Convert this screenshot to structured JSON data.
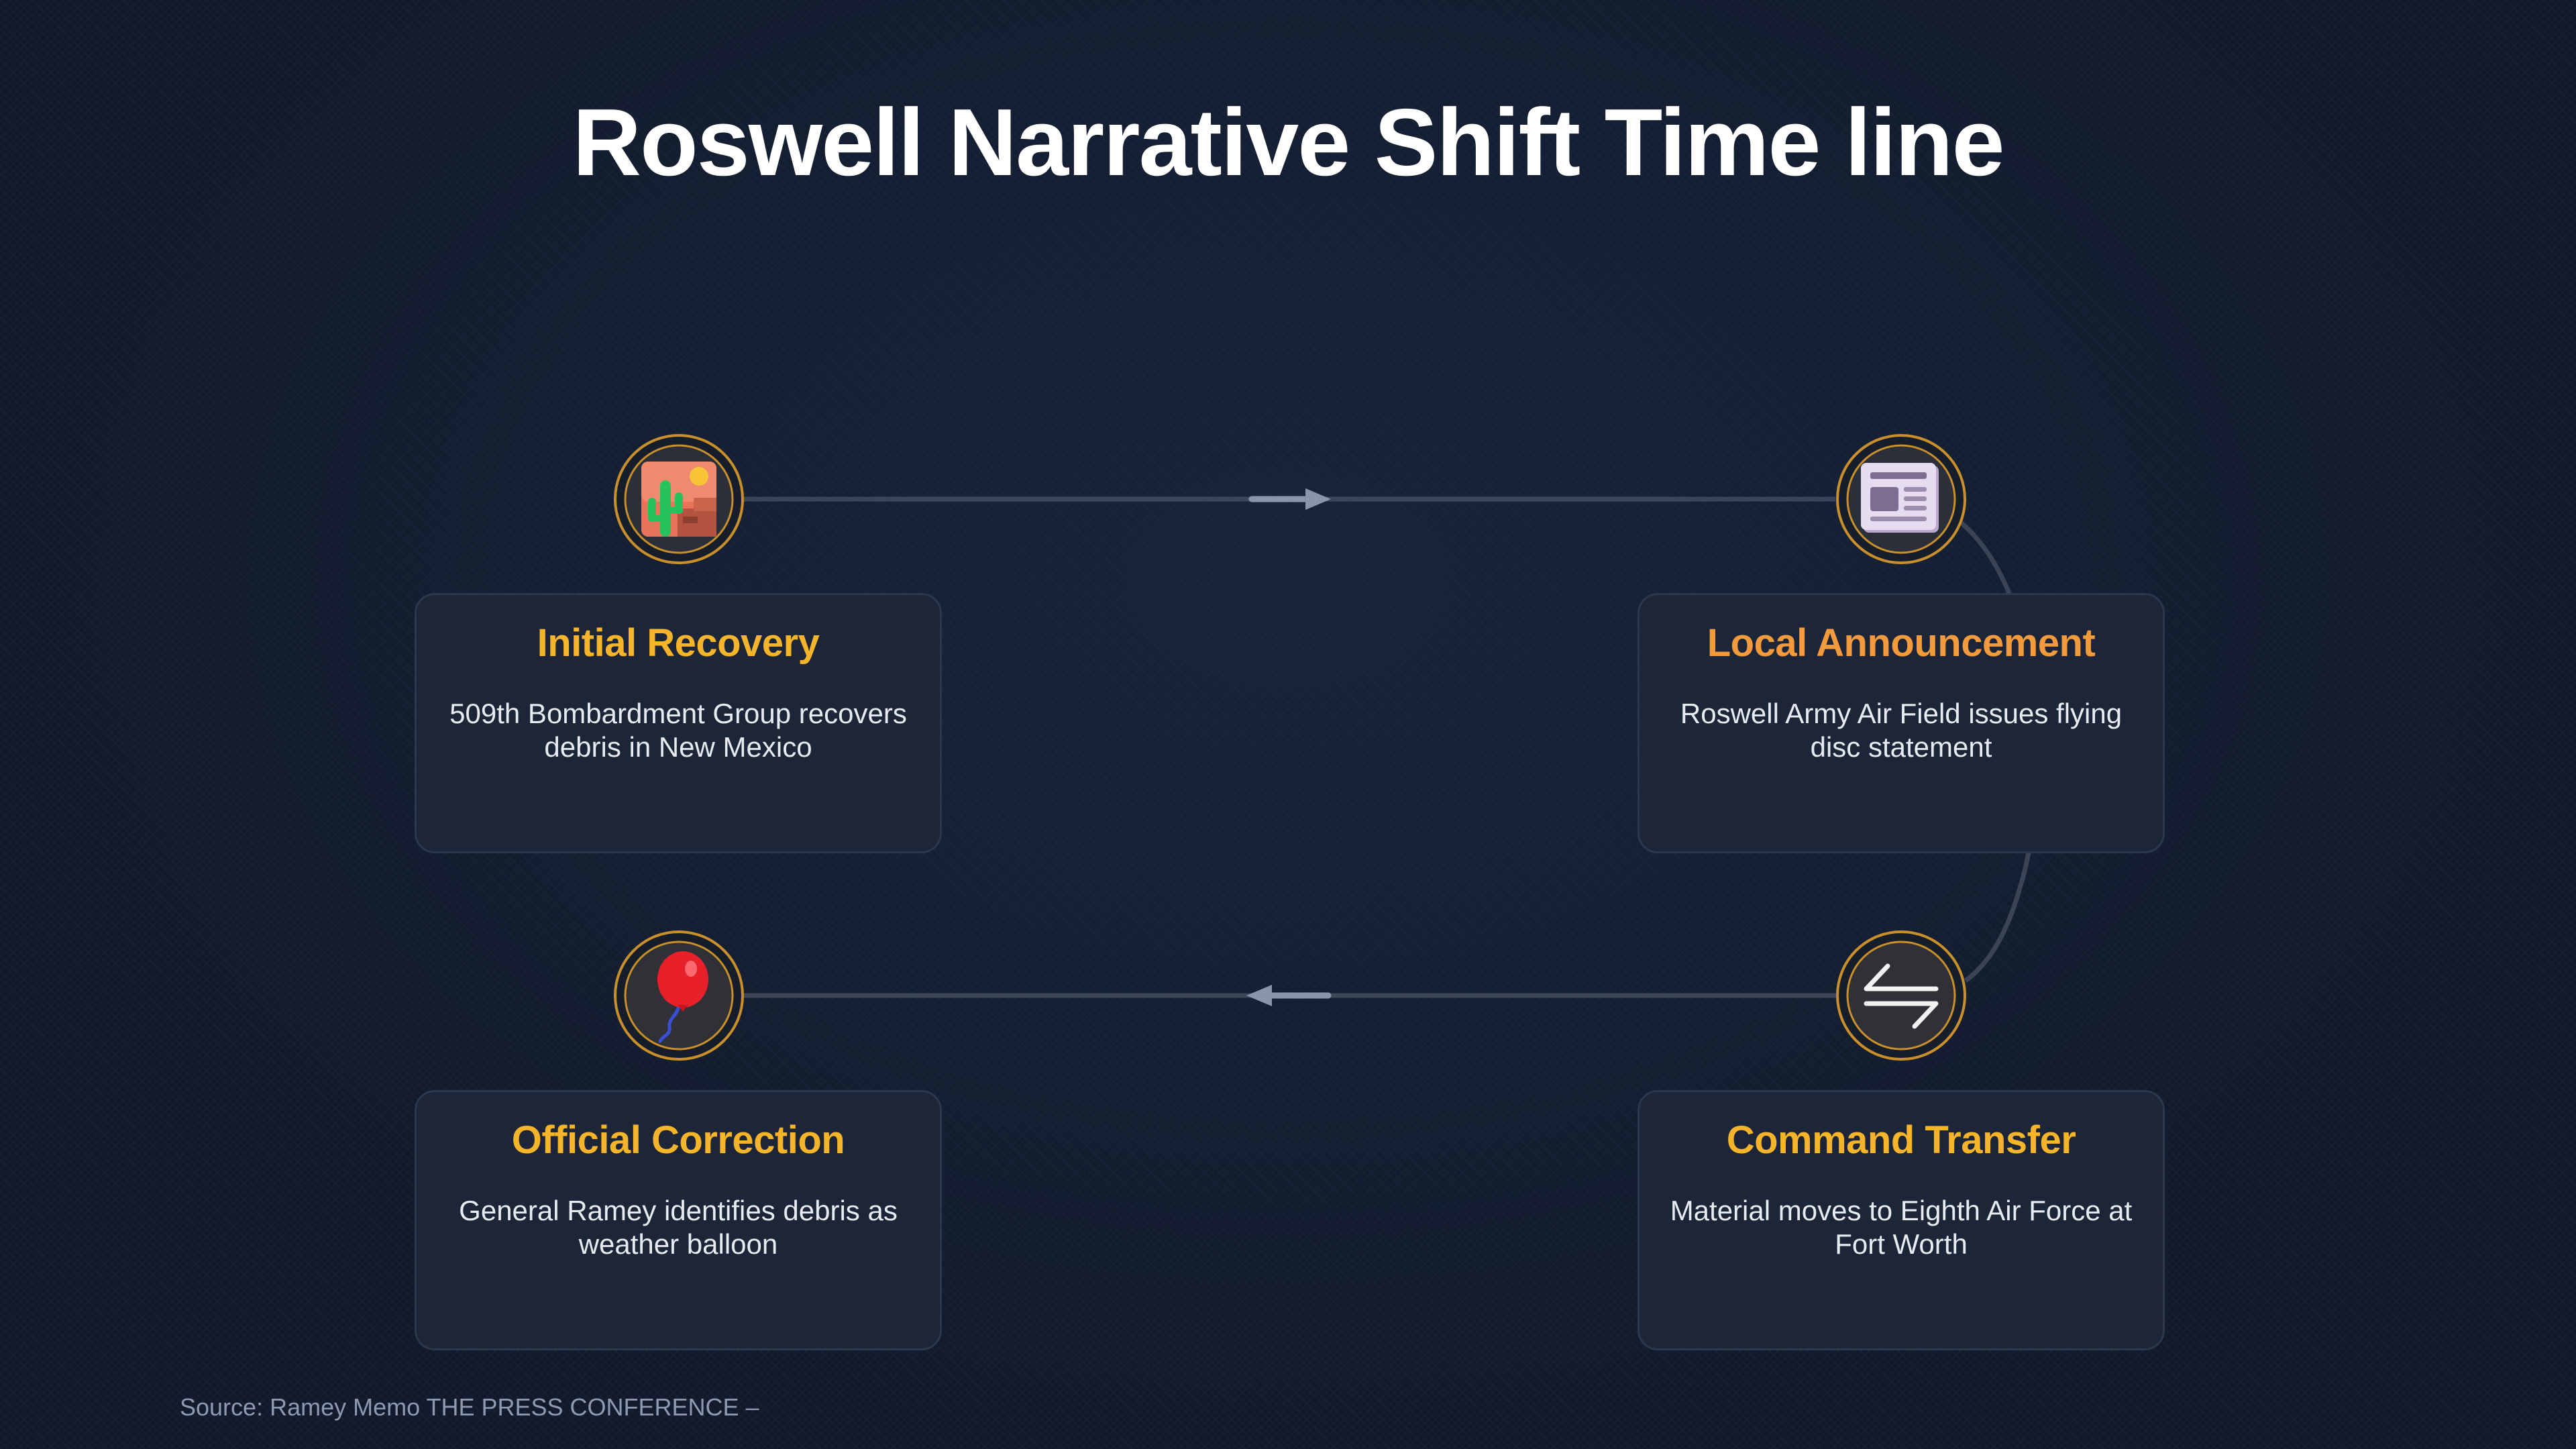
{
  "title": "Roswell Narrative Shift Time line",
  "colors": {
    "background": "#111a2c",
    "card_background": "#1c2638",
    "title_yellow": "#f6b42a",
    "title_orange": "#f39a3c",
    "ring_gold": "#c98f2a",
    "connector": "#3c4658",
    "arrow": "#8a95aa"
  },
  "steps": [
    {
      "title": "Initial Recovery",
      "description": "509th Bombardment Group recovers debris in New Mexico",
      "icon": "desert-cactus-icon",
      "title_color": "#f6b42a"
    },
    {
      "title": "Local Announcement",
      "description": "Roswell Army Air Field issues flying disc statement",
      "icon": "newspaper-icon",
      "title_color": "#f39a3c"
    },
    {
      "title": "Command Transfer",
      "description": "Material moves to Eighth Air Force at Fort Worth",
      "icon": "transfer-arrows-icon",
      "title_color": "#f6b42a"
    },
    {
      "title": "Official Correction",
      "description": "General Ramey identifies debris as weather balloon",
      "icon": "red-balloon-icon",
      "title_color": "#f6b42a"
    }
  ],
  "source": "Source: Ramey Memo THE PRESS CONFERENCE –"
}
